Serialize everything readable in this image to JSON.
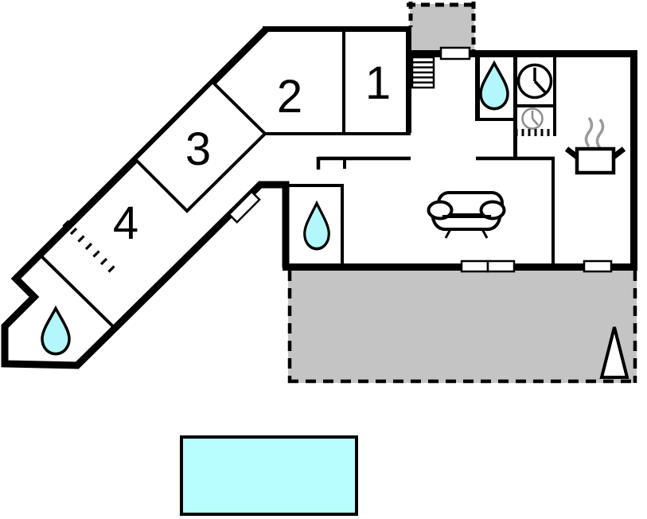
{
  "plan": {
    "type": "floorplan",
    "room_labels": {
      "r1": "1",
      "r2": "2",
      "r3": "3",
      "r4": "4"
    },
    "colors": {
      "wall": "#000000",
      "outdoor": "#c4c4c4",
      "water": "#b3f6fb",
      "pool": "#b8feff",
      "steam": "#9b9b9b",
      "dim_appliance": "#8b8b8b",
      "door": "#ffffff",
      "paper": "#ffffff"
    },
    "features": {
      "bathrooms": 3,
      "entrance_porch": "gray dashed area top",
      "terrace": "gray dashed area bottom right",
      "pool": "cyan rectangle bottom",
      "north_arrow": "white triangle in terrace",
      "icons": [
        "water-drop-icon",
        "washing-machine-icon",
        "dishwasher-clock-icon",
        "stove-pot-icon",
        "steam-icon",
        "sofa-icon",
        "stairs-icon",
        "north-arrow-icon",
        "door-marker"
      ]
    }
  }
}
